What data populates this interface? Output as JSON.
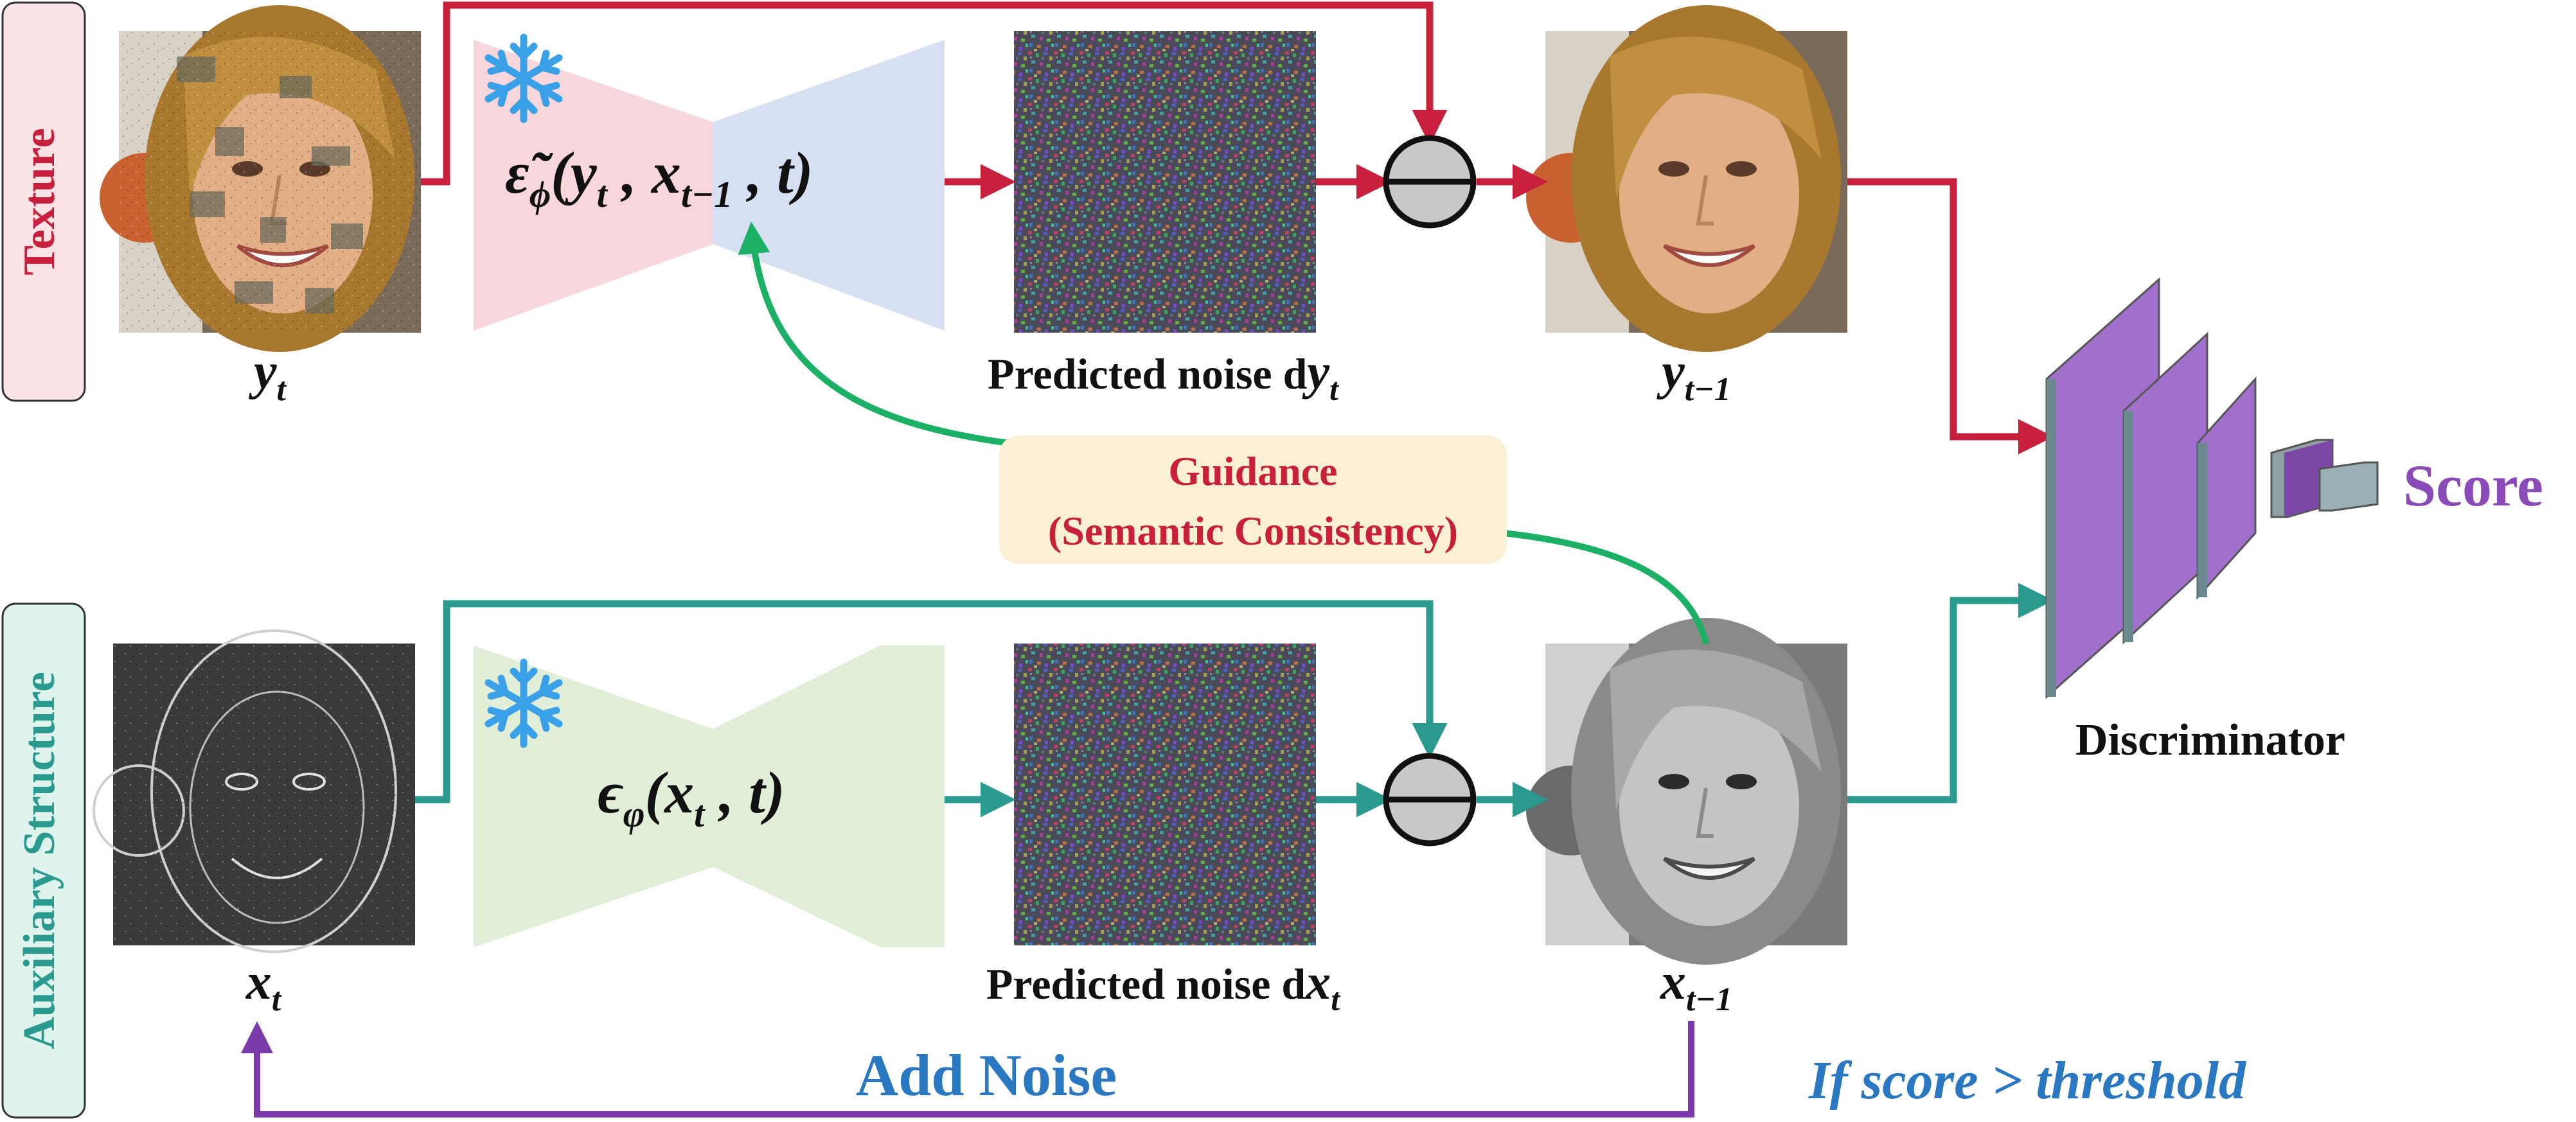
{
  "rows": {
    "texture_label": "Texture",
    "structure_label": "Auxiliary Structure"
  },
  "texture_row": {
    "input_label": {
      "base": "y",
      "sub": "t"
    },
    "model": {
      "eps": "ε̃",
      "sub": "ϕ",
      "args": "(y",
      "arg1_sub": "t",
      "comma1": " , x",
      "arg2_sub": "t−1",
      "tail": " , t)"
    },
    "noise_label": {
      "text": "Predicted noise d",
      "var": "y",
      "sub": "t"
    },
    "output_label": {
      "base": "y",
      "sub": "t−1"
    }
  },
  "structure_row": {
    "input_label": {
      "base": "x",
      "sub": "t"
    },
    "model": {
      "eps": "ϵ",
      "sub": "φ",
      "args": "(x",
      "arg1_sub": "t",
      "tail": " , t)"
    },
    "noise_label": {
      "text": "Predicted noise d",
      "var": "x",
      "sub": "t"
    },
    "output_label": {
      "base": "x",
      "sub": "t−1"
    }
  },
  "guidance": {
    "line1": "Guidance",
    "line2": "(Semantic Consistency)"
  },
  "discriminator": {
    "label": "Discriminator",
    "score": "Score"
  },
  "feedback": {
    "add_noise": "Add Noise",
    "condition": "If score > threshold"
  },
  "icons": {
    "frozen": "snowflake-icon",
    "subtract": "minus-circle-icon"
  },
  "colors": {
    "texture_red": "#c8203c",
    "structure_teal": "#2a9a8e",
    "guidance_green": "#1cb064",
    "feedback_purple": "#7a3aaa",
    "score_purple": "#8a4ab8",
    "blue_text": "#2a78c2",
    "disc_fill": "#a070cc"
  }
}
